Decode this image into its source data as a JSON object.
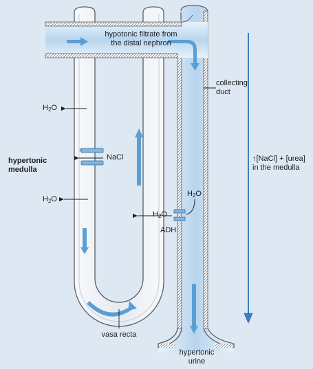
{
  "labels": {
    "filtrate_line1": "hypotonic filtrate from",
    "filtrate_line2": "the distal nephron",
    "collecting_line1": "collecting",
    "collecting_line2": "duct",
    "h2o_h": "H",
    "h2o_sub": "2",
    "h2o_o": "O",
    "nacl": "NaCl",
    "hypertonic_line1": "hypertonic",
    "hypertonic_line2": "medulla",
    "gradient_arrow": "↑",
    "gradient_line1": "[NaCl] + [urea]",
    "gradient_line2": "in the medulla",
    "adh": "ADH",
    "vasa_recta": "vasa recta",
    "urine_line1": "hypertonic",
    "urine_line2": "urine"
  },
  "colors": {
    "background": "#dde8f3",
    "tube_outline": "#5b5f66",
    "tube_fill": "#f3f5f8",
    "duct_fill": "#cfe3f4",
    "flow_arrow": "#5a9fd4",
    "gradient_arrow": "#3b7fc4"
  }
}
